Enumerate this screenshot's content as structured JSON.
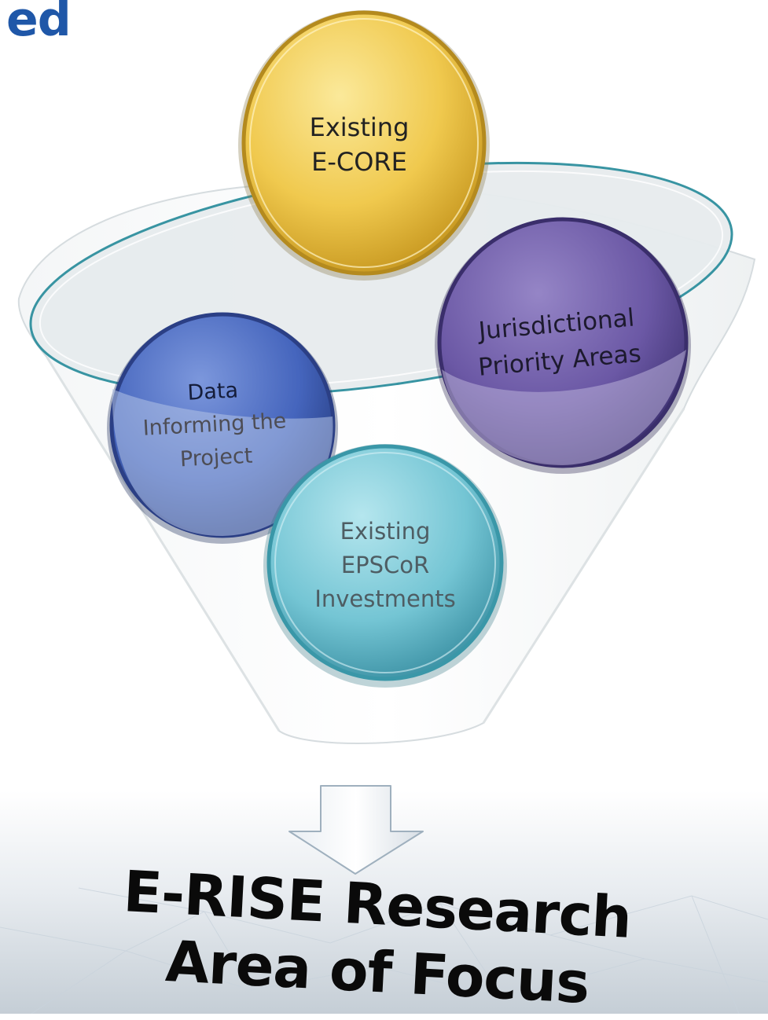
{
  "slide": {
    "title_fragment": "ed"
  },
  "funnel": {
    "inputs": [
      {
        "id": "existing-ecore",
        "lines": [
          "Existing",
          "E-CORE"
        ],
        "color": "#f0c64d"
      },
      {
        "id": "jurisdictional-priority-areas",
        "lines": [
          "Jurisdictional",
          "Priority Areas"
        ],
        "color": "#6d5aa6"
      },
      {
        "id": "data-informing-project",
        "lines": [
          "Data",
          "Informing the",
          "Project"
        ],
        "color": "#3c5fb8"
      },
      {
        "id": "existing-epscor-investments",
        "lines": [
          "Existing",
          "EPSCoR",
          "Investments"
        ],
        "color": "#6ec2d2"
      }
    ],
    "arrow_icon": "down-arrow-icon",
    "result": {
      "lines": [
        "E-RISE Research",
        "Area of Focus"
      ]
    }
  },
  "colors": {
    "title_blue": "#1f57a8",
    "funnel_rim": "#2e8f9e",
    "funnel_fill": "#e9eeef"
  }
}
